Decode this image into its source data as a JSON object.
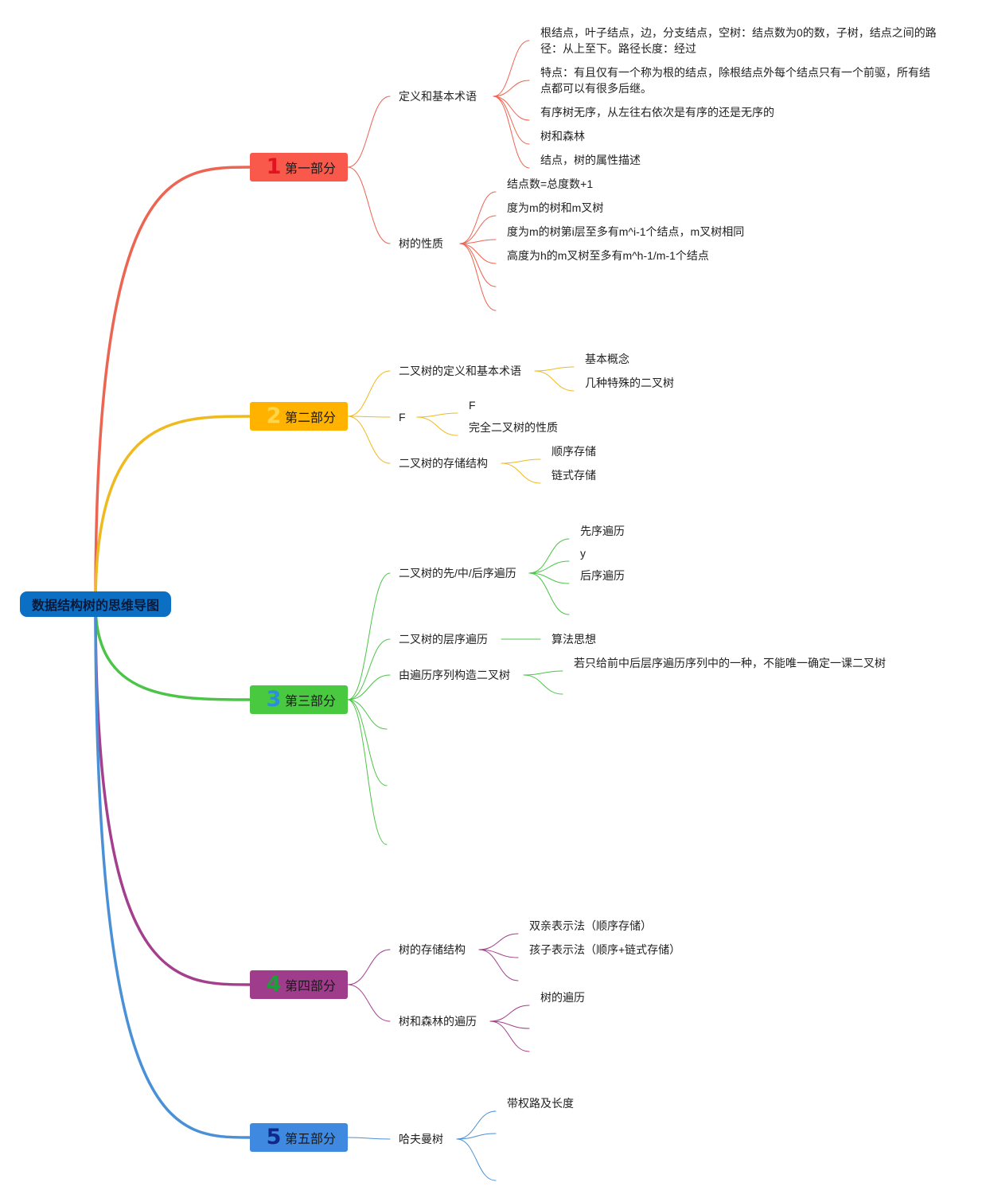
{
  "root": {
    "title": "数据结构树的思维导图"
  },
  "sections": [
    {
      "id": "s1",
      "num": "1",
      "label": "第一部分",
      "color": "#ec6452",
      "box_color": "#f8594b",
      "num_color": "#e0141e",
      "branches": [
        {
          "label": "定义和基本术语",
          "leaves": [
            "根结点，叶子结点，边，分支结点，空树：结点数为0的数，子树，结点之间的路径：从上至下。路径长度：经过",
            "特点：有且仅有一个称为根的结点，除根结点外每个结点只有一个前驱，所有结点都可以有很多后继。",
            "有序树无序，从左往右依次是有序的还是无序的",
            "树和森林",
            "结点，树的属性描述"
          ]
        },
        {
          "label": "树的性质",
          "leaves": [
            "结点数=总度数+1",
            "度为m的树和m叉树",
            "度为m的树第i层至多有m^i-1个结点，m叉树相同",
            "高度为h的m叉树至多有m^h-1/m-1个结点",
            "",
            ""
          ]
        }
      ]
    },
    {
      "id": "s2",
      "num": "2",
      "label": "第二部分",
      "color": "#efba1f",
      "box_color": "#ffb300",
      "num_color": "#ffd54a",
      "branches": [
        {
          "label": "二叉树的定义和基本术语",
          "leaves": [
            "基本概念",
            "几种特殊的二叉树"
          ]
        },
        {
          "label": "F",
          "leaves": [
            "F",
            "完全二叉树的性质"
          ]
        },
        {
          "label": "二叉树的存储结构",
          "leaves": [
            "顺序存储",
            "链式存储"
          ]
        }
      ]
    },
    {
      "id": "s3",
      "num": "3",
      "label": "第三部分",
      "color": "#4cc448",
      "box_color": "#48c940",
      "num_color": "#2a8fd6",
      "branches": [
        {
          "label": "二叉树的先/中/后序遍历",
          "leaves": [
            "先序遍历",
            "y",
            "后序遍历",
            ""
          ]
        },
        {
          "label": "二叉树的层序遍历",
          "leaves": [
            "算法思想"
          ]
        },
        {
          "label": "由遍历序列构造二叉树",
          "leaves": [
            "若只给前中后层序遍历序列中的一种，不能唯一确定一课二叉树",
            ""
          ]
        },
        {
          "label": "",
          "leaves": []
        },
        {
          "label": "",
          "leaves": []
        },
        {
          "label": "",
          "leaves": []
        }
      ]
    },
    {
      "id": "s4",
      "num": "4",
      "label": "第四部分",
      "color": "#a33f8d",
      "box_color": "#9f3c8b",
      "num_color": "#1f9d3a",
      "branches": [
        {
          "label": "树的存储结构",
          "leaves": [
            "双亲表示法（顺序存储）",
            "孩子表示法（顺序+链式存储）",
            ""
          ]
        },
        {
          "label": "树和森林的遍历",
          "leaves": [
            "树的遍历",
            "",
            ""
          ]
        }
      ]
    },
    {
      "id": "s5",
      "num": "5",
      "label": "第五部分",
      "color": "#4a90d6",
      "box_color": "#3f8ae0",
      "num_color": "#0d2a8a",
      "branches": [
        {
          "label": "哈夫曼树",
          "leaves": [
            "带权路及长度",
            "",
            ""
          ]
        }
      ]
    }
  ]
}
